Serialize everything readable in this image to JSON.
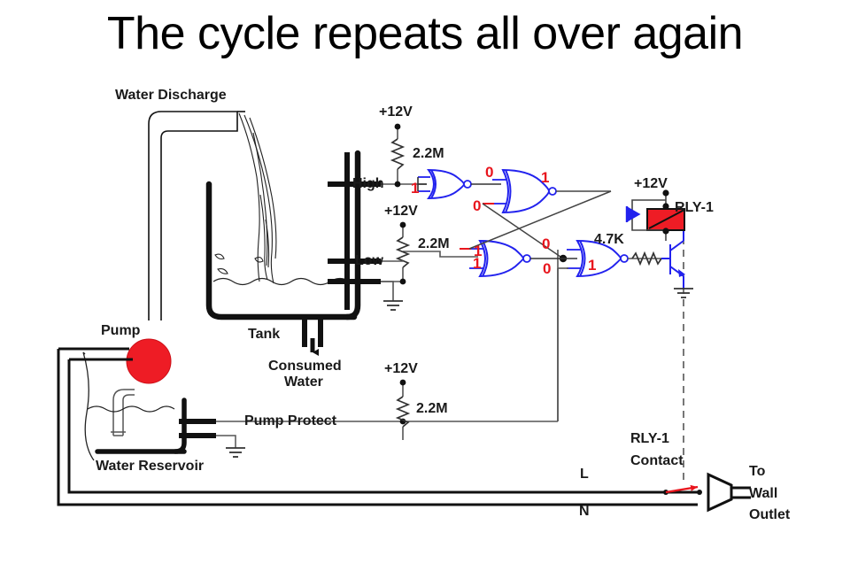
{
  "page": {
    "title": "The cycle repeats all over again"
  },
  "diagram": {
    "type": "water-level-controller-schematic",
    "labels": {
      "water_discharge": "Water Discharge",
      "pump": "Pump",
      "tank": "Tank",
      "consumed_water_line1": "Consumed",
      "consumed_water_line2": "Water",
      "water_reservoir": "Water Reservoir",
      "pump_protect": "Pump Protect",
      "electrode_high": "High",
      "electrode_low": "Low",
      "relay_name": "RLY-1",
      "relay_contact_line1": "RLY-1",
      "relay_contact_line2": "Contact",
      "line_L": "L",
      "line_N": "N",
      "outlet_line1": "To",
      "outlet_line2": "Wall",
      "outlet_line3": "Outlet"
    },
    "supplies": [
      {
        "id": "v1",
        "label": "+12V"
      },
      {
        "id": "v2",
        "label": "+12V"
      },
      {
        "id": "v3",
        "label": "+12V"
      },
      {
        "id": "v4",
        "label": "+12V"
      }
    ],
    "resistors": [
      {
        "id": "r-high",
        "label": "2.2M"
      },
      {
        "id": "r-low",
        "label": "2.2M"
      },
      {
        "id": "r-pump",
        "label": "2.2M"
      },
      {
        "id": "r-base",
        "label": "4.7K"
      }
    ],
    "logic_values": [
      {
        "id": "high-probe",
        "value": "1"
      },
      {
        "id": "nor1-out",
        "value": "0"
      },
      {
        "id": "nor3-inA",
        "value": "0"
      },
      {
        "id": "nor3-out",
        "value": "1"
      },
      {
        "id": "nor4-inA",
        "value": "1"
      },
      {
        "id": "low-probe",
        "value": "1"
      },
      {
        "id": "nor4-out",
        "value": "0"
      },
      {
        "id": "nor5-inB",
        "value": "0"
      },
      {
        "id": "nor5-out",
        "value": "1"
      }
    ],
    "colors": {
      "logic_red": "#e8151d",
      "gate_blue": "#2222ee",
      "pump_red": "#ee1c25",
      "relay_red": "#ee1c25",
      "wire_black": "#333333",
      "ink": "#1a1a1a"
    }
  }
}
